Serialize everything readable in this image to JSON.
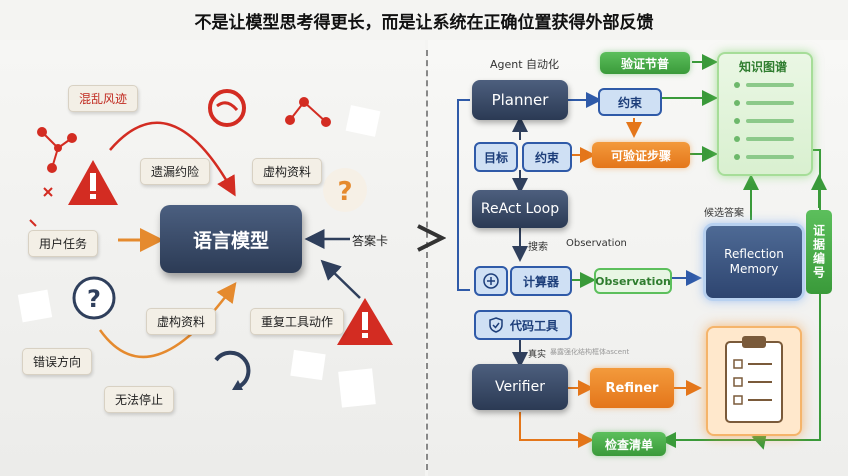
{
  "title": "不是让模型思考得更长，而是让系统在正确位置获得外部反馈",
  "left": {
    "center_label": "语言模型",
    "chips": {
      "messy_style": "混乱风迹",
      "missed_pitfall": "遗漏约险",
      "fabricated_top": "虚构资料",
      "user_task": "用户任务",
      "answer_card": "答案卡",
      "fabricated_bottom": "虚构资料",
      "repeat_tool": "重复工具动作",
      "wrong_direction": "错误方向",
      "cannot_stop": "无法停止"
    },
    "colors": {
      "red": "#d32c22",
      "orange": "#e58a2e",
      "navy": "#2f3f5c"
    }
  },
  "right": {
    "agent_label": "Agent 自动化",
    "planner": "Planner",
    "goal": "目标",
    "constraint_left": "约束",
    "react_loop": "ReAct Loop",
    "search": "搜索",
    "observation_small": "Observation",
    "calculator": "计算器",
    "code_tool": "代码工具",
    "truth": "真实",
    "truth_faded": "暴露强化结构框体ascent",
    "verifier": "Verifier",
    "refiner": "Refiner",
    "verify_steps_box": "验证节普",
    "constraint_right": "约束",
    "verifiable_steps": "可验证步骤",
    "knowledge_graph": "知识图谱",
    "candidate_answer": "候选答案",
    "reflection_line1": "Reflection",
    "reflection_line2": "Memory",
    "observation_box": "Observation",
    "evidence_id": "证据编号",
    "checklist": "检查清单",
    "colors": {
      "blue": "#2f5aa8",
      "orange": "#e4761a",
      "green": "#3a9a3a"
    }
  }
}
